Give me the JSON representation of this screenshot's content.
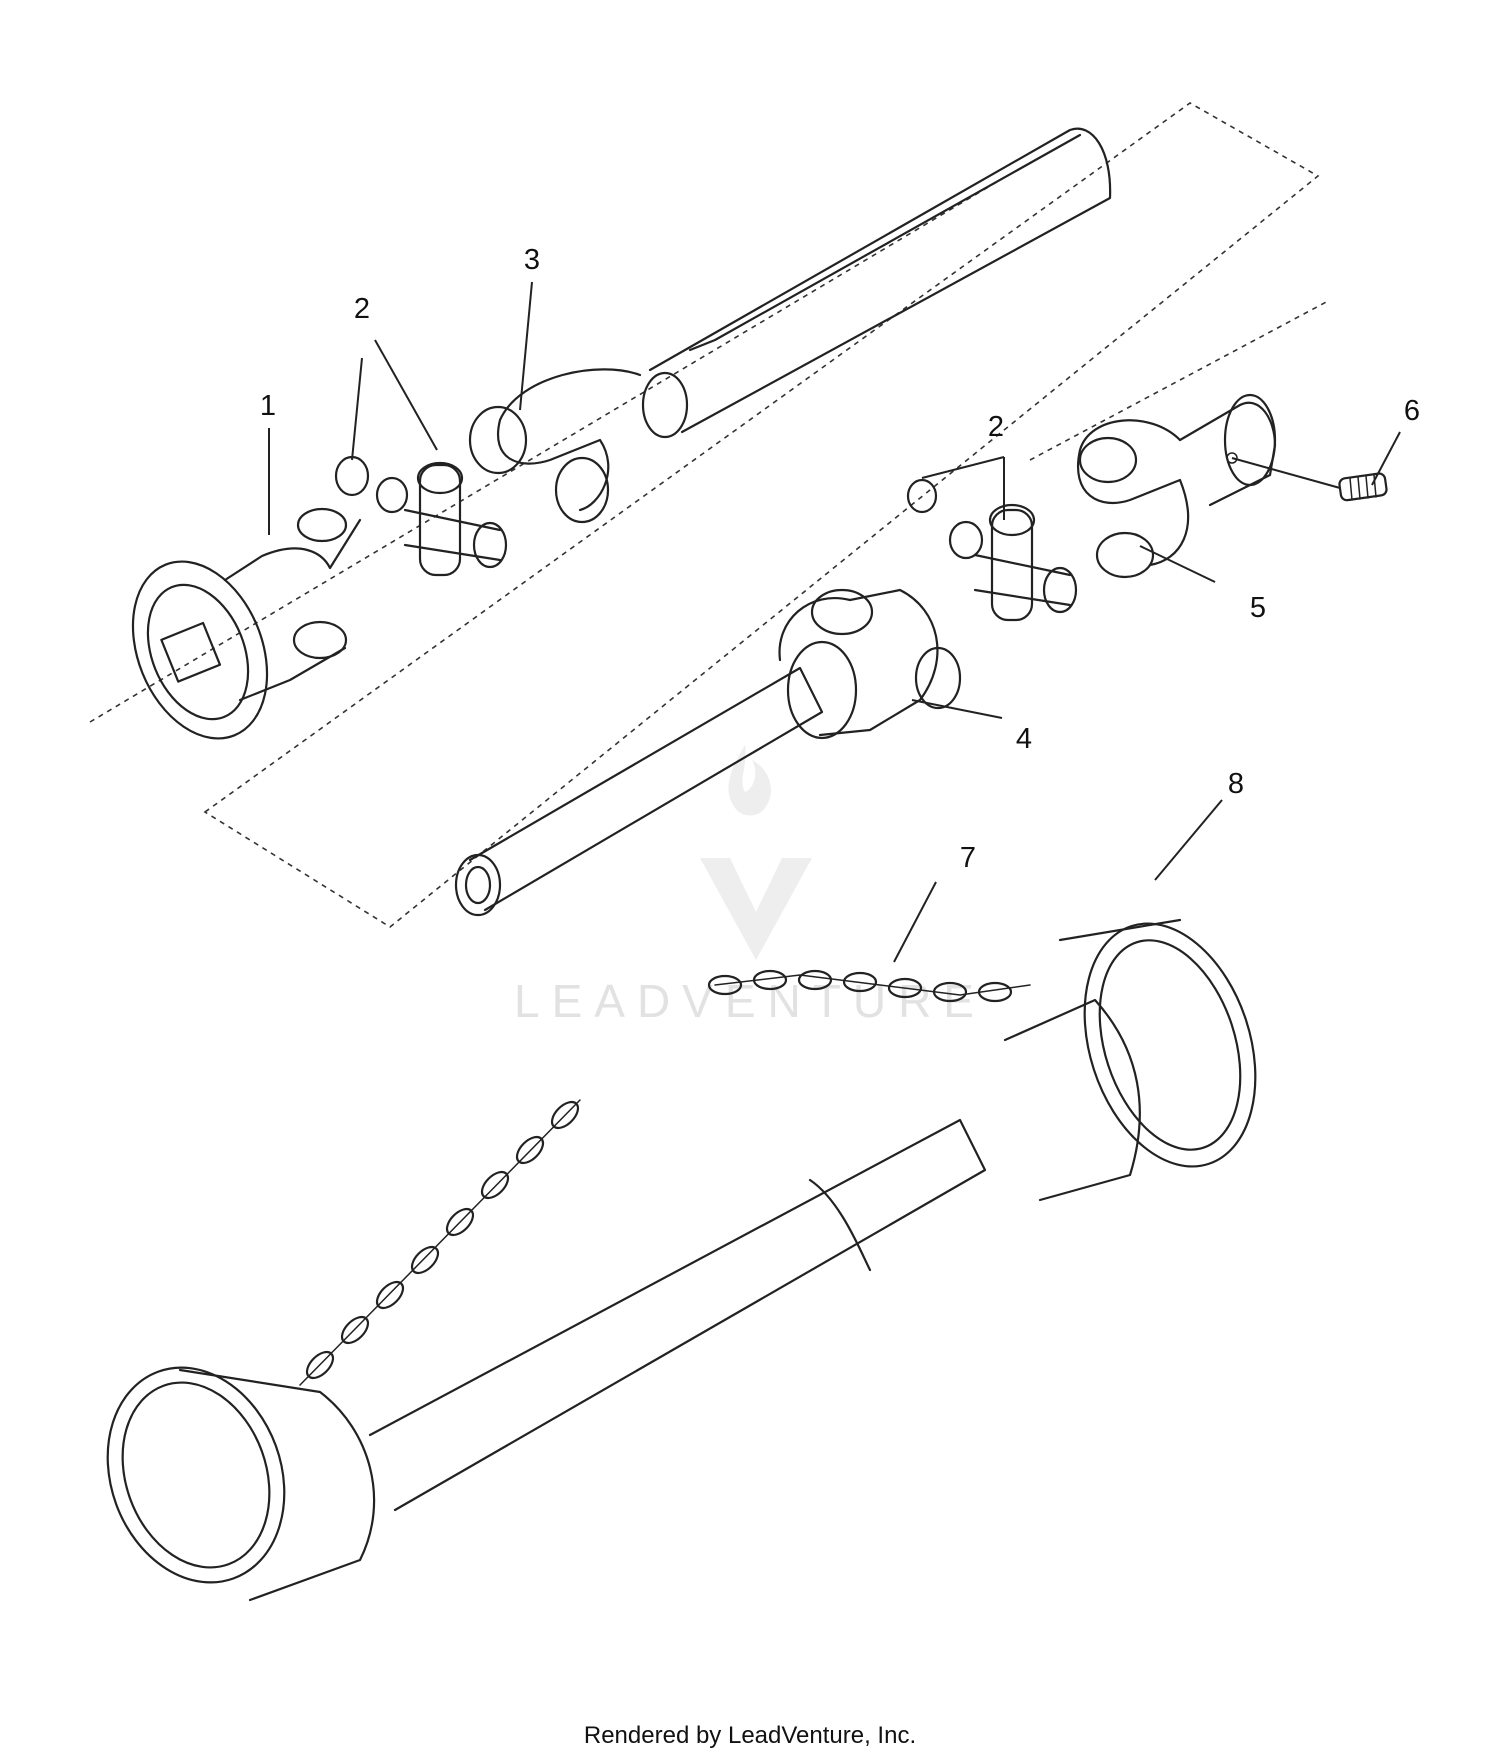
{
  "diagram": {
    "callouts": [
      {
        "id": "1",
        "label": "1"
      },
      {
        "id": "2a",
        "label": "2"
      },
      {
        "id": "3",
        "label": "3"
      },
      {
        "id": "2b",
        "label": "2"
      },
      {
        "id": "6",
        "label": "6"
      },
      {
        "id": "5",
        "label": "5"
      },
      {
        "id": "4",
        "label": "4"
      },
      {
        "id": "8",
        "label": "8"
      },
      {
        "id": "7",
        "label": "7"
      }
    ],
    "watermark": "LEADVENTURE"
  },
  "footer": {
    "credit": "Rendered by LeadVenture, Inc."
  }
}
